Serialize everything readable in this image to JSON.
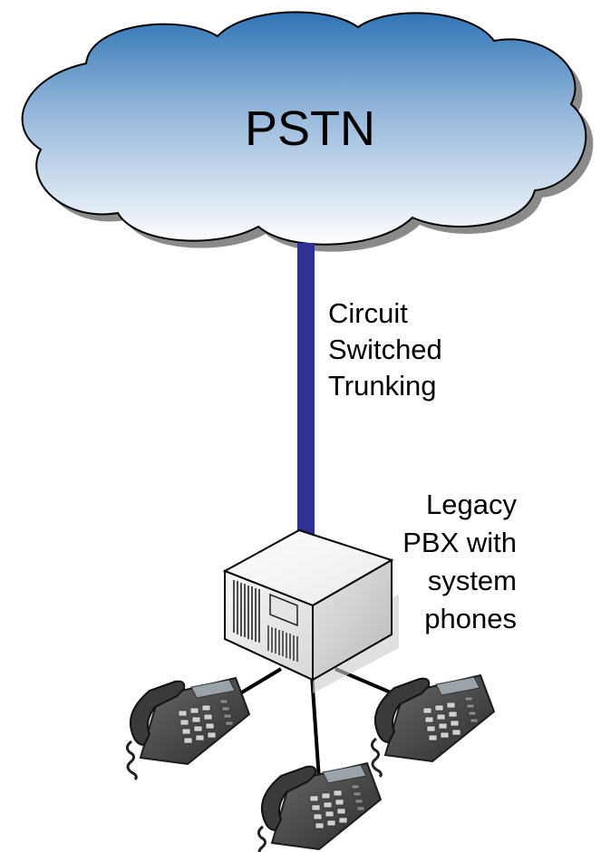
{
  "diagram": {
    "cloud": {
      "label": "PSTN",
      "fill_top": "#2e74b5",
      "fill_bottom": "#ffffff"
    },
    "trunk": {
      "label_lines": [
        "Circuit",
        "Switched",
        "Trunking"
      ],
      "color": "#2e3192"
    },
    "pbx": {
      "label_lines": [
        "Legacy",
        "PBX with",
        "system",
        "phones"
      ]
    },
    "phones": [
      {
        "name": "phone-left"
      },
      {
        "name": "phone-center"
      },
      {
        "name": "phone-right"
      }
    ]
  }
}
